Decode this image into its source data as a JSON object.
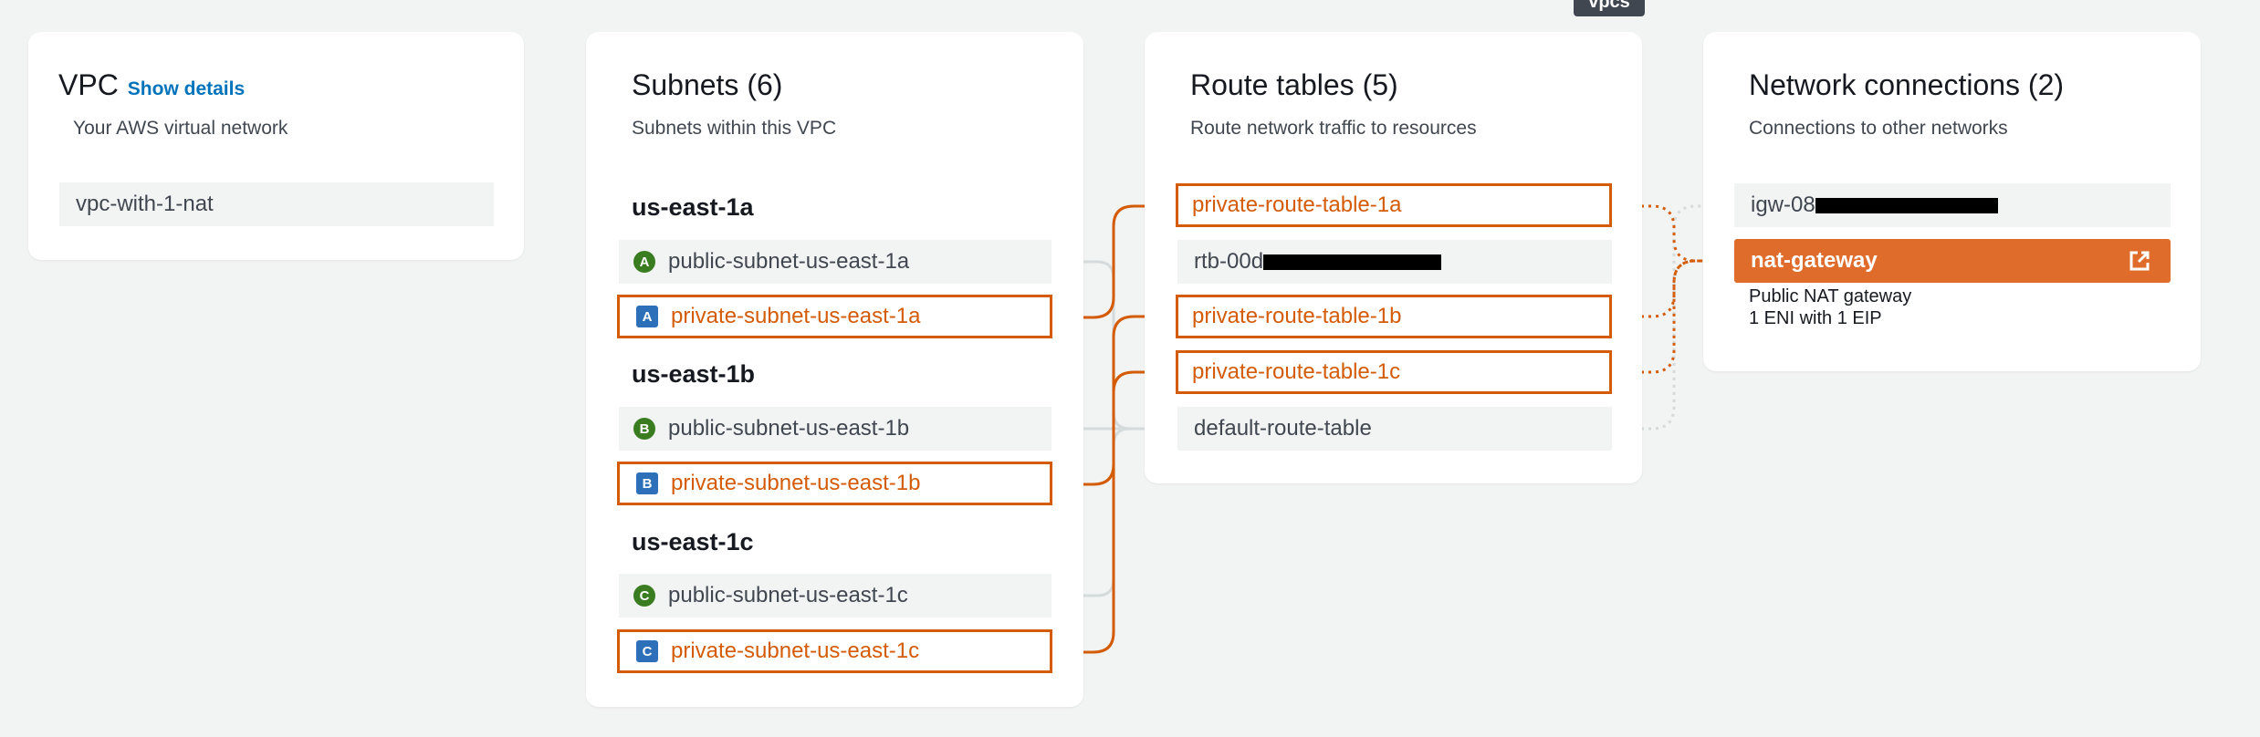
{
  "tooltip": "vpcs",
  "vpc": {
    "title": "VPC",
    "show_details": "Show details",
    "subtitle": "Your AWS virtual network",
    "name": "vpc-with-1-nat"
  },
  "subnets": {
    "title": "Subnets (6)",
    "subtitle": "Subnets within this VPC",
    "zones": [
      {
        "name": "us-east-1a",
        "public": {
          "badge": "A",
          "label": "public-subnet-us-east-1a"
        },
        "private": {
          "badge": "A",
          "label": "private-subnet-us-east-1a"
        }
      },
      {
        "name": "us-east-1b",
        "public": {
          "badge": "B",
          "label": "public-subnet-us-east-1b"
        },
        "private": {
          "badge": "B",
          "label": "private-subnet-us-east-1b"
        }
      },
      {
        "name": "us-east-1c",
        "public": {
          "badge": "C",
          "label": "public-subnet-us-east-1c"
        },
        "private": {
          "badge": "C",
          "label": "private-subnet-us-east-1c"
        }
      }
    ]
  },
  "route_tables": {
    "title": "Route tables (5)",
    "subtitle": "Route network traffic to resources",
    "items": [
      {
        "label": "private-route-table-1a"
      },
      {
        "label": "rtb-00d"
      },
      {
        "label": "private-route-table-1b"
      },
      {
        "label": "private-route-table-1c"
      },
      {
        "label": "default-route-table"
      }
    ]
  },
  "network": {
    "title": "Network connections (2)",
    "subtitle": "Connections to other networks",
    "igw": "igw-08",
    "nat": {
      "label": "nat-gateway",
      "type": "Public NAT gateway",
      "detail": "1 ENI with 1 EIP"
    }
  },
  "colors": {
    "selected": "#d45b07",
    "nat_fill": "#df6c2b",
    "link_gray": "#d5dbdb",
    "public_badge": "#3a7d21",
    "private_badge": "#2e6fba"
  }
}
